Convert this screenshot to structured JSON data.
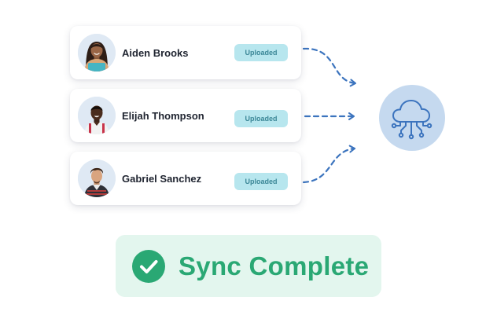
{
  "users": [
    {
      "name": "Aiden Brooks",
      "status": "Uploaded"
    },
    {
      "name": "Elijah Thompson",
      "status": "Uploaded"
    },
    {
      "name": "Gabriel Sanchez",
      "status": "Uploaded"
    }
  ],
  "sync": {
    "label": "Sync Complete"
  },
  "icons": {
    "cloud": "cloud-network-icon",
    "check": "check-circle-icon",
    "arrow": "dashed-arrow-icon"
  },
  "colors": {
    "badge_bg": "#b7e6ee",
    "badge_text": "#3b8797",
    "connector": "#3c74be",
    "cloud_bg": "#c5d9ef",
    "sync_bg": "#e3f6ee",
    "sync_accent": "#2aa874"
  }
}
